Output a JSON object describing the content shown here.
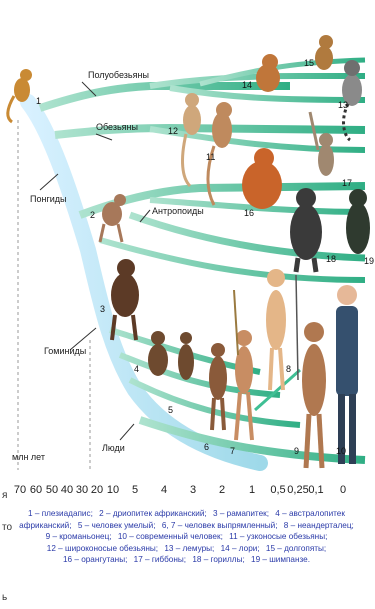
{
  "labels": {
    "prosimians": "Полуобезьяны",
    "monkeys": "Обезьяны",
    "pongids": "Понгиды",
    "anthropoids": "Антропоиды",
    "hominids": "Гоминиды",
    "humans": "Люди",
    "axis_title": "млн лет"
  },
  "axis_ticks": [
    "70",
    "60",
    "50",
    "40",
    "30",
    "20",
    "10",
    "5",
    "4",
    "3",
    "2",
    "1",
    "0,5",
    "0,25",
    "0,1",
    "0"
  ],
  "numbers": [
    "1",
    "2",
    "3",
    "4",
    "5",
    "6",
    "7",
    "8",
    "9",
    "10",
    "11",
    "12",
    "13",
    "14",
    "15",
    "16",
    "17",
    "18",
    "19"
  ],
  "left_clip": [
    "я",
    "то",
    "ь"
  ],
  "legend": [
    [
      "1 – плезиадапис;",
      "2 – дриопитек африканский;",
      "3 – рамапитек;",
      "4 – австралопитек"
    ],
    [
      "африканский;",
      "5 – человек умелый;",
      "6, 7 – человек выпрямленный;",
      "8 – неандерталец;"
    ],
    [
      "9 – кроманьонец;",
      "10 – современный человек;",
      "11 – узконосые обезьяны;"
    ],
    [
      "12 – широконосые обезьяны;",
      "13 – лемуры;",
      "14 – лори;",
      "15 – долгопяты;"
    ],
    [
      "16 – орангутаны;",
      "17 – гиббоны;",
      "18 – гориллы;",
      "19 – шимпанзе."
    ]
  ],
  "colors": {
    "branch": "#3fbf94",
    "branch_light": "#bfe9dc",
    "legend_text": "#2a3aa8",
    "dashed": "#9a9a9a"
  }
}
